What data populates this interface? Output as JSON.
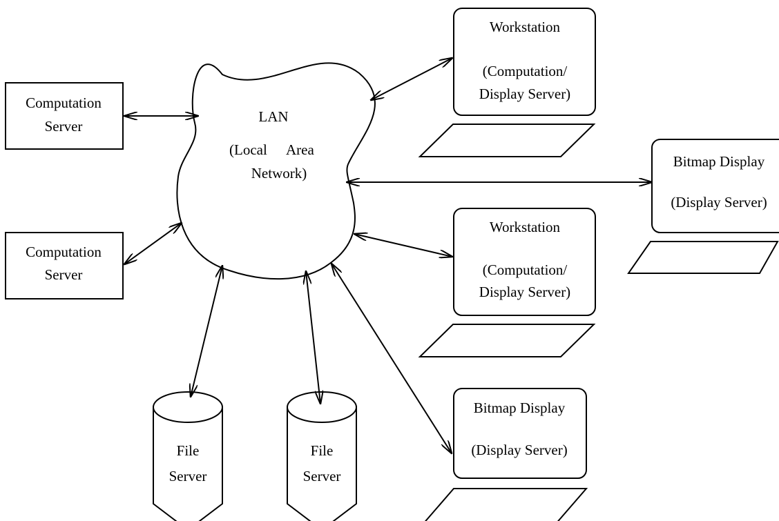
{
  "lan": {
    "title": "LAN",
    "line1": "(Local",
    "line1b": "Area",
    "line2": "Network)"
  },
  "computation_server_top": {
    "line1": "Computation",
    "line2": "Server"
  },
  "computation_server_bottom": {
    "line1": "Computation",
    "line2": "Server"
  },
  "file_server_left": {
    "line1": "File",
    "line2": "Server"
  },
  "file_server_right": {
    "line1": "File",
    "line2": "Server"
  },
  "workstation_top": {
    "line1": "Workstation",
    "line2": "(Computation/",
    "line3": "Display Server)"
  },
  "workstation_middle": {
    "line1": "Workstation",
    "line2": "(Computation/",
    "line3": "Display Server)"
  },
  "bitmap_display_right": {
    "line1": "Bitmap Display",
    "line2": "(Display Server)"
  },
  "bitmap_display_bottom": {
    "line1": "Bitmap Display",
    "line2": "(Display Server)"
  }
}
